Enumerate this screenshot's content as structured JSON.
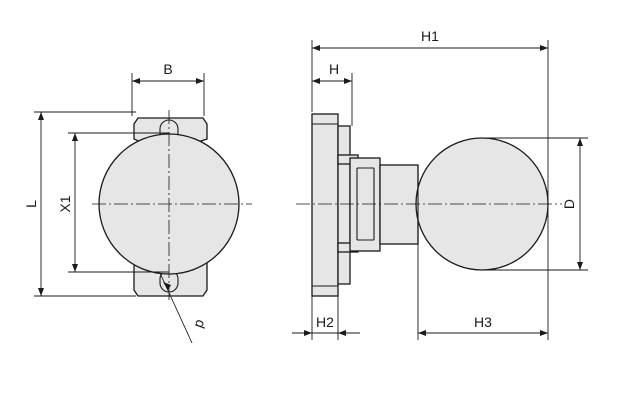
{
  "labels": {
    "B": "B",
    "L": "L",
    "X1": "X1",
    "p": "p",
    "H1": "H1",
    "H": "H",
    "H2": "H2",
    "H3": "H3",
    "D": "D"
  }
}
